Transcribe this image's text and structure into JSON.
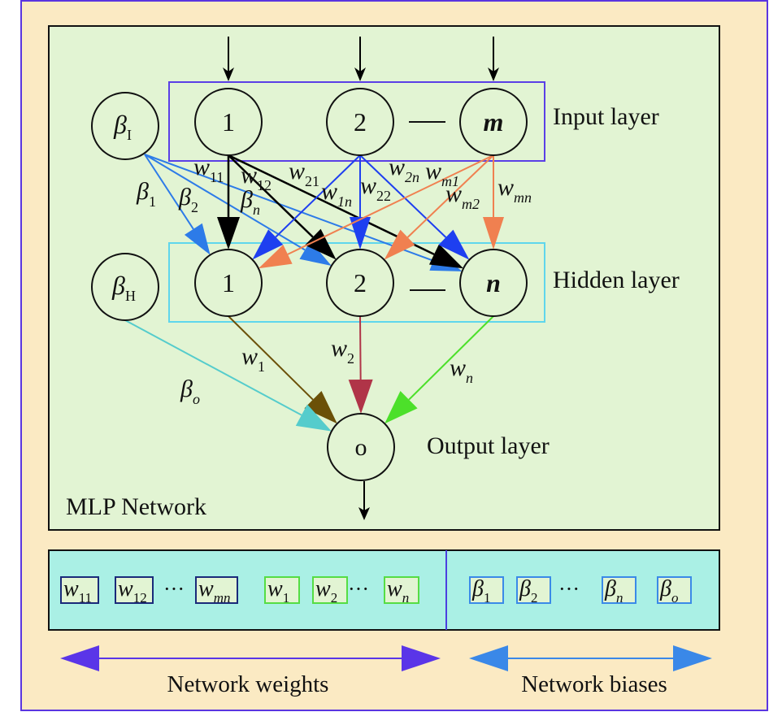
{
  "colors": {
    "outer_border": "#5a35e0",
    "outer_fill": "#fbeac3",
    "panel_fill": "#e2f4d3",
    "panel_border": "#111111",
    "input_box": "#5a3fe6",
    "hidden_box": "#5fd6ec",
    "bottom_fill": "#aaf0e5",
    "divider": "#4b3fe0",
    "bias_input_edge": "#2d7be8",
    "w1_edges": "#000000",
    "w2_edges": "#1e3ff0",
    "wm_edges": "#f08050",
    "out_w1": "#6b5008",
    "out_w2": "#b03448",
    "out_wn": "#4ce02a",
    "out_bias": "#55cccc",
    "weight_box_border": "#1a2a7a",
    "out_weight_box_border": "#55dd44",
    "bias_box_border": "#3a8ae8",
    "weights_arrow": "#5a35e8",
    "biases_arrow": "#3a88e8"
  },
  "panel": {
    "title": "MLP Network"
  },
  "layers": {
    "input": {
      "label": "Input layer",
      "nodes": [
        "1",
        "2",
        "m"
      ],
      "bias": {
        "symbol": "β",
        "sub": "I"
      }
    },
    "hidden": {
      "label": "Hidden layer",
      "nodes": [
        "1",
        "2",
        "n"
      ],
      "bias": {
        "symbol": "β",
        "sub": "H"
      }
    },
    "output": {
      "label": "Output layer",
      "node": "o"
    }
  },
  "edge_labels": {
    "input_to_hidden": [
      {
        "sym": "w",
        "sub": "11"
      },
      {
        "sym": "w",
        "sub": "12"
      },
      {
        "sym": "w",
        "sub": "1n"
      },
      {
        "sym": "w",
        "sub": "21"
      },
      {
        "sym": "w",
        "sub": "22"
      },
      {
        "sym": "w",
        "sub": "2n"
      },
      {
        "sym": "w",
        "sub": "m1"
      },
      {
        "sym": "w",
        "sub": "m2"
      },
      {
        "sym": "w",
        "sub": "mn"
      }
    ],
    "input_bias": [
      {
        "sym": "β",
        "sub": "1"
      },
      {
        "sym": "β",
        "sub": "2"
      },
      {
        "sym": "β",
        "sub": "n"
      }
    ],
    "hidden_to_output": [
      {
        "sym": "w",
        "sub": "1"
      },
      {
        "sym": "w",
        "sub": "2"
      },
      {
        "sym": "w",
        "sub": "n"
      }
    ],
    "output_bias": {
      "sym": "β",
      "sub": "o"
    }
  },
  "parameter_vector": {
    "weights_hidden": [
      {
        "sym": "w",
        "sub": "11"
      },
      {
        "sym": "w",
        "sub": "12"
      },
      {
        "sym": "w",
        "sub": "mn"
      }
    ],
    "weights_output": [
      {
        "sym": "w",
        "sub": "1"
      },
      {
        "sym": "w",
        "sub": "2"
      },
      {
        "sym": "w",
        "sub": "n"
      }
    ],
    "biases": [
      {
        "sym": "β",
        "sub": "1"
      },
      {
        "sym": "β",
        "sub": "2"
      },
      {
        "sym": "β",
        "sub": "n"
      },
      {
        "sym": "β",
        "sub": "o"
      }
    ],
    "ellipsis": "···"
  },
  "legend": {
    "weights_label": "Network weights",
    "biases_label": "Network biases"
  },
  "dash": "—"
}
